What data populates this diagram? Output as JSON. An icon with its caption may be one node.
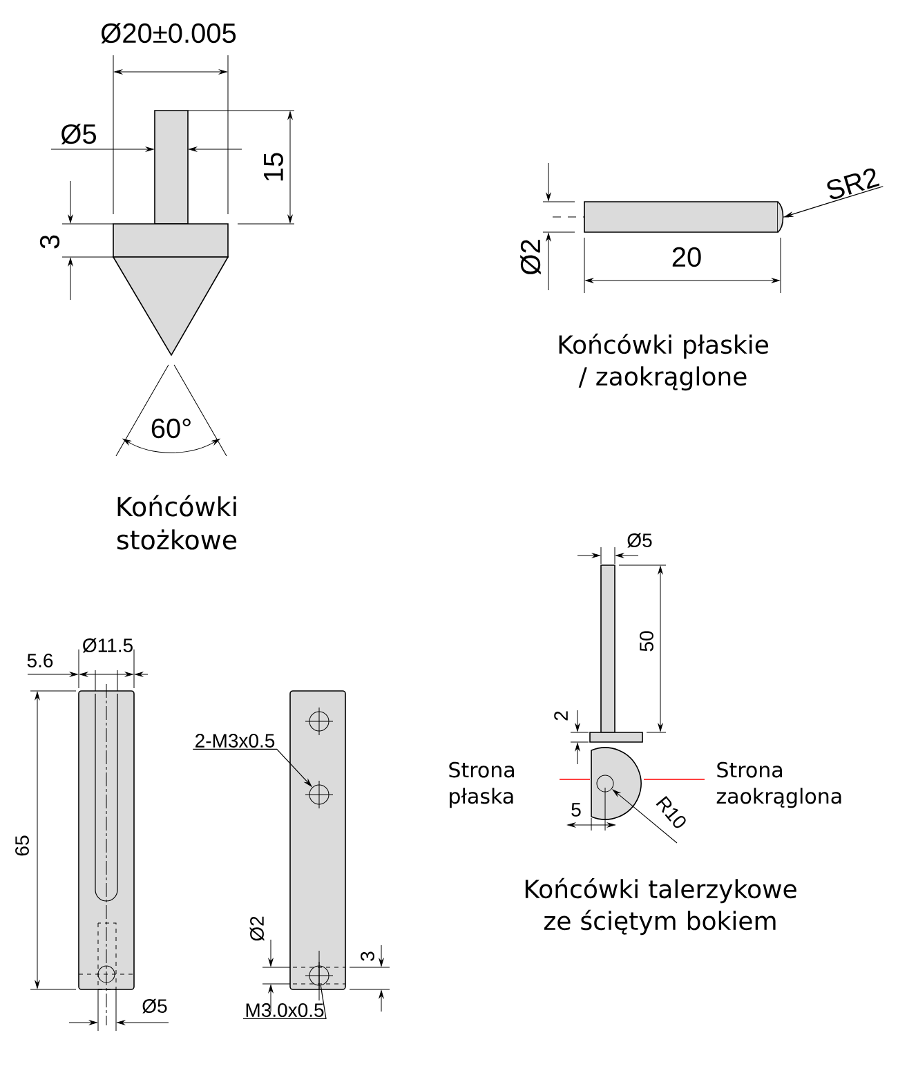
{
  "diagram": {
    "nodes": [
      {
        "text": [
          "2-M3x0.5"
        ]
      },
      {
        "text": [],
        "shape": "circle"
      },
      {
        "text": [
          "M3.0x0.5"
        ]
      },
      {
        "text": [],
        "shape": "circle"
      },
      {
        "text": [
          "SR2"
        ]
      },
      {
        "text": [],
        "shape": "bar"
      }
    ],
    "edges": [
      {
        "from": 0,
        "to": 1,
        "arrow": "to"
      },
      {
        "from": 2,
        "to": 3,
        "arrow": "none"
      },
      {
        "from": 4,
        "to": 5,
        "arrow": "to"
      }
    ],
    "labels": [
      "Ø20±0.005",
      "Ø5",
      "15",
      "3",
      "60°",
      "Końcówki stożkowe",
      "Ø2",
      "20",
      "Końcówki płaskie / zaokrąglone",
      "5.6",
      "Ø11.5",
      "65",
      "Ø5",
      "Ø2",
      "3",
      "Ø5",
      "50",
      "2",
      "Strona płaska",
      "Strona zaokrąglona",
      "5",
      "R10",
      "Końcówki talerzykowe ze ściętym bokiem"
    ]
  }
}
